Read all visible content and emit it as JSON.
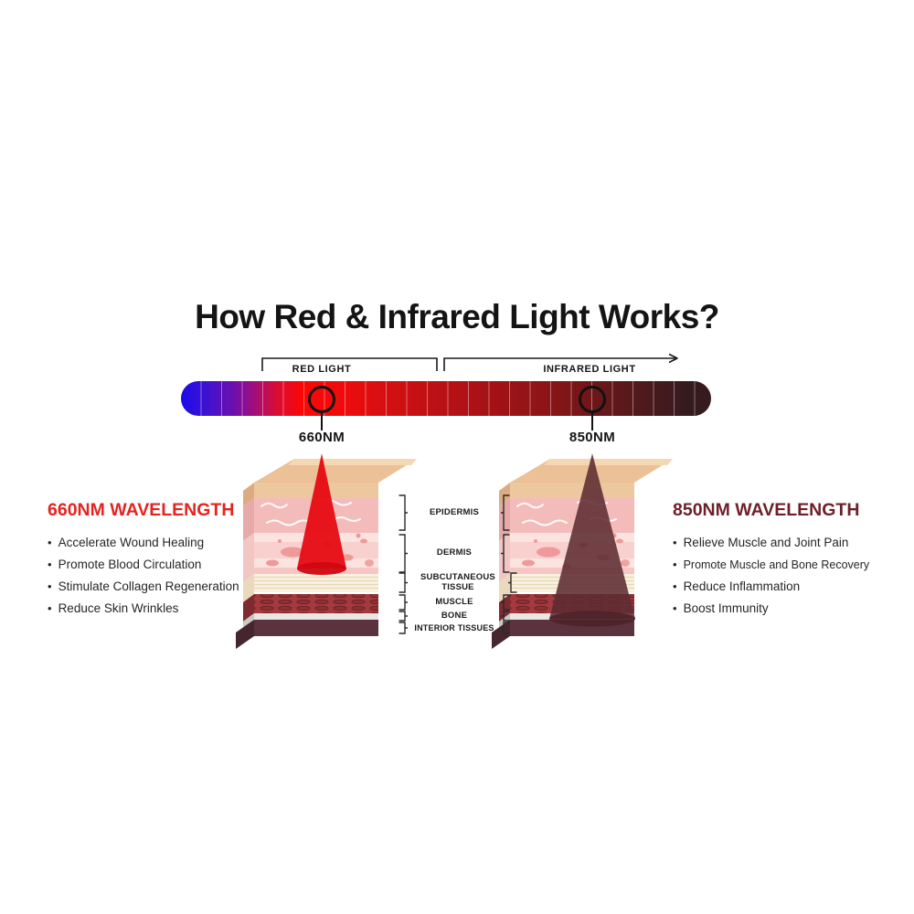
{
  "title": "How Red & Infrared Light Works?",
  "spectrum": {
    "red_label": "RED LIGHT",
    "ir_label": "INFRARED LIGHT",
    "marker_660_label": "660NM",
    "marker_850_label": "850NM",
    "gradient_stops": [
      "#1c0bea 0%",
      "#3f12cf 5%",
      "#6e0fae 10%",
      "#a50d7a 14%",
      "#d90d33 18%",
      "#fb0707 23%",
      "#ef0b0c 30%",
      "#d80f12 38%",
      "#bc1115 48%",
      "#a51216 58%",
      "#8e1417 68%",
      "#6d1719 78%",
      "#4b1a1d 88%",
      "#341b1e 96%",
      "#38191d 100%"
    ]
  },
  "skin_layers": {
    "items": [
      {
        "label": "EPIDERMIS"
      },
      {
        "label": "DERMIS"
      },
      {
        "label": "SUBCUTANEOUS TISSUE"
      },
      {
        "label": "MUSCLE"
      },
      {
        "label": "BONE"
      },
      {
        "label": "INTERIOR TISSUES"
      }
    ]
  },
  "left_panel": {
    "heading": "660NM WAVELENGTH",
    "bullets": [
      "Accelerate Wound Healing",
      "Promote Blood Circulation",
      "Stimulate Collagen Regeneration",
      "Reduce Skin Wrinkles"
    ]
  },
  "right_panel": {
    "heading": "850NM WAVELENGTH",
    "bullets": [
      "Relieve Muscle and Joint Pain",
      "Promote Muscle and Bone Recovery",
      "Reduce Inflammation",
      "Boost Immunity"
    ]
  },
  "colors": {
    "red_accent": "#e42420",
    "maroon_accent": "#6e1f29",
    "cone_660": "#e60b12",
    "cone_850": "#5d2c32",
    "text": "#1c1c1c"
  }
}
